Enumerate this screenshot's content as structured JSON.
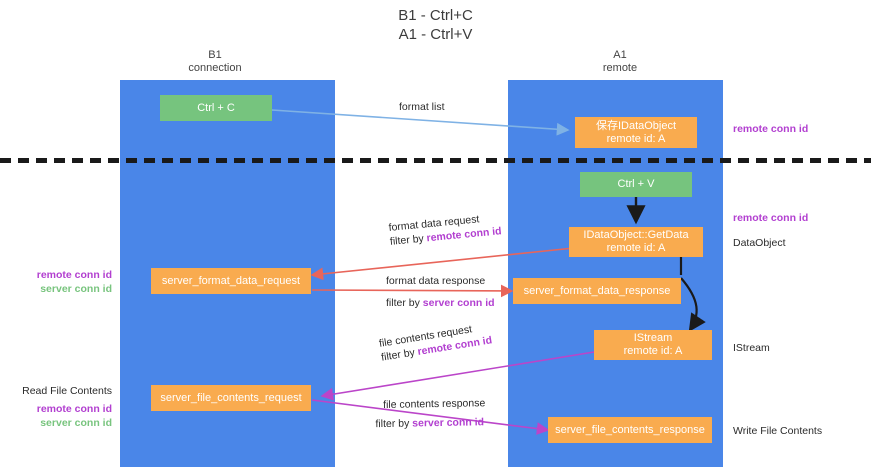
{
  "title": {
    "line1": "B1 - Ctrl+C",
    "line2": "A1 - Ctrl+V"
  },
  "lanes": [
    {
      "id": "b1",
      "name": "B1",
      "sub": "connection",
      "title": "B1\nconnection",
      "color": "#4a86e8"
    },
    {
      "id": "a1",
      "name": "A1",
      "sub": "remote",
      "title": "A1\nremote",
      "color": "#4a86e8"
    }
  ],
  "nodes": {
    "ctrl_c": {
      "line1": "Ctrl + C",
      "line2": "",
      "color": "#76c47e"
    },
    "ctrl_v": {
      "line1": "Ctrl + V",
      "line2": "",
      "color": "#76c47e"
    },
    "save_idataobject": {
      "line1": "保存IDataObject",
      "line2": "remote id: A",
      "color": "#f9ab4f"
    },
    "getdata": {
      "line1": "IDataObject::GetData",
      "line2": "remote id: A",
      "color": "#f9ab4f"
    },
    "istream": {
      "line1": "IStream",
      "line2": "remote id: A",
      "color": "#f9ab4f"
    },
    "server_format_data_request": {
      "line1": "server_format_data_request",
      "line2": "",
      "color": "#f9ab4f"
    },
    "server_format_data_response": {
      "line1": "server_format_data_response",
      "line2": "",
      "color": "#f9ab4f"
    },
    "server_file_contents_request": {
      "line1": "server_file_contents_request",
      "line2": "",
      "color": "#f9ab4f"
    },
    "server_file_contents_response": {
      "line1": "server_file_contents_response",
      "line2": "",
      "color": "#f9ab4f"
    }
  },
  "edges": {
    "format_list": {
      "label": "format list",
      "color": "#7fb2e5"
    },
    "format_data_request": {
      "label": "format data request",
      "filter_prefix": "filter by ",
      "filter_key": "remote conn id",
      "color": "#e8655a"
    },
    "format_data_response": {
      "label": "format data response",
      "filter_prefix": "filter by ",
      "filter_key": "server conn id",
      "color": "#e8655a"
    },
    "file_contents_request": {
      "label": "file contents request",
      "filter_prefix": "filter by ",
      "filter_key": "remote conn id",
      "color": "#bb45c9"
    },
    "file_contents_response": {
      "label": "file contents response",
      "filter_prefix": "filter by ",
      "filter_key": "server conn id",
      "color": "#bb45c9"
    }
  },
  "annotations": {
    "right_remote_conn_top": "remote conn id",
    "right_remote_conn_mid": "remote conn id",
    "right_dataobject": "DataObject",
    "right_istream": "IStream",
    "right_write_file_contents": "Write File Contents",
    "left_remote_conn_id": "remote conn id",
    "left_server_conn_id": "server conn id",
    "left_read_file_contents": "Read File Contents",
    "left_remote_conn_id_2": "remote conn id",
    "left_server_conn_id_2": "server conn id"
  },
  "colors": {
    "lane_blue": "#4a86e8",
    "node_green": "#76c47e",
    "node_orange": "#f9ab4f",
    "arrow_blue": "#7fb2e5",
    "arrow_red": "#e8655a",
    "arrow_purple": "#bb45c9",
    "arrow_black": "#1a1a1a",
    "highlight_remote": "#b23fd0",
    "highlight_server": "#78c47e",
    "divider": "#1a1a1a",
    "background": "#ffffff"
  }
}
